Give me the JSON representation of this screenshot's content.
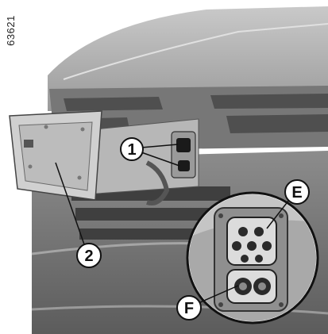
{
  "figure": {
    "reference_code": "63621",
    "callouts": {
      "one": "1",
      "two": "2",
      "e": "E",
      "f": "F"
    }
  }
}
